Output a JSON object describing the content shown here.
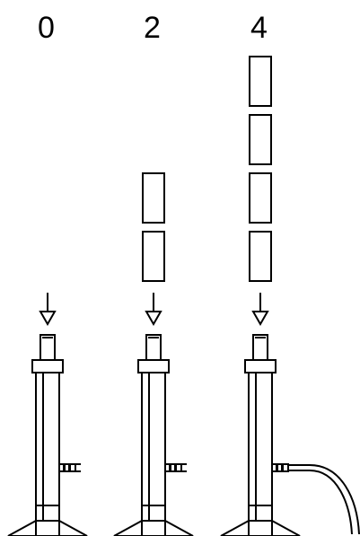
{
  "diagram": {
    "stacks": [
      {
        "label": "0",
        "blocks": 0,
        "hose": false
      },
      {
        "label": "2",
        "blocks": 2,
        "hose": false
      },
      {
        "label": "4",
        "blocks": 4,
        "hose": true
      }
    ],
    "colors": {
      "stroke": "#000000",
      "background": "#ffffff"
    }
  }
}
